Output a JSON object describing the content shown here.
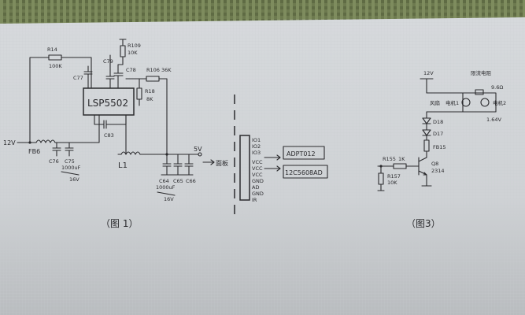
{
  "diagram1": {
    "ic_label": "LSP5502",
    "resistors": {
      "r14": "R14",
      "r14_val": "100K",
      "r109": "R109",
      "r109_val": "10K",
      "r106": "R106",
      "r106_val": "36K",
      "r48": "R18",
      "r48_val": "8K"
    },
    "caps": {
      "c77": "C77",
      "c79": "C79",
      "c78": "C78",
      "c83": "C83",
      "c76": "C76",
      "c75": "C75",
      "c75_val": "1000uF",
      "c75_volt": "16V",
      "c64": "C64",
      "c64_val": "1000uF",
      "c64_volt": "16V",
      "c65": "C65",
      "c66": "C66"
    },
    "input_label": "12V",
    "fb_label": "FB6",
    "inductor_label": "L1",
    "output_label": "5V",
    "panel_label": "面板",
    "pins": [
      "IO1",
      "IO2",
      "IO3",
      "VCC",
      "VCC",
      "VCC",
      "GND",
      "AD",
      "GND",
      "IR"
    ],
    "chip1": "ADPT012",
    "chip2": "12C5608AD",
    "caption": "（图 1）"
  },
  "diagram3": {
    "supply": "12V",
    "limit_label": "限流电阻",
    "r_val": "9.6Ω",
    "fan_label": "风扇",
    "motor1": "电机1",
    "motor2": "电机2",
    "volt_reading": "1.64V",
    "d18": "D18",
    "d17": "D17",
    "fb15": "FB15",
    "r155": "R155",
    "r155_val": "1K",
    "r157": "R157",
    "r157_val": "10K",
    "q8": "Q8",
    "q8_part": "2314",
    "caption": "（图3）"
  }
}
